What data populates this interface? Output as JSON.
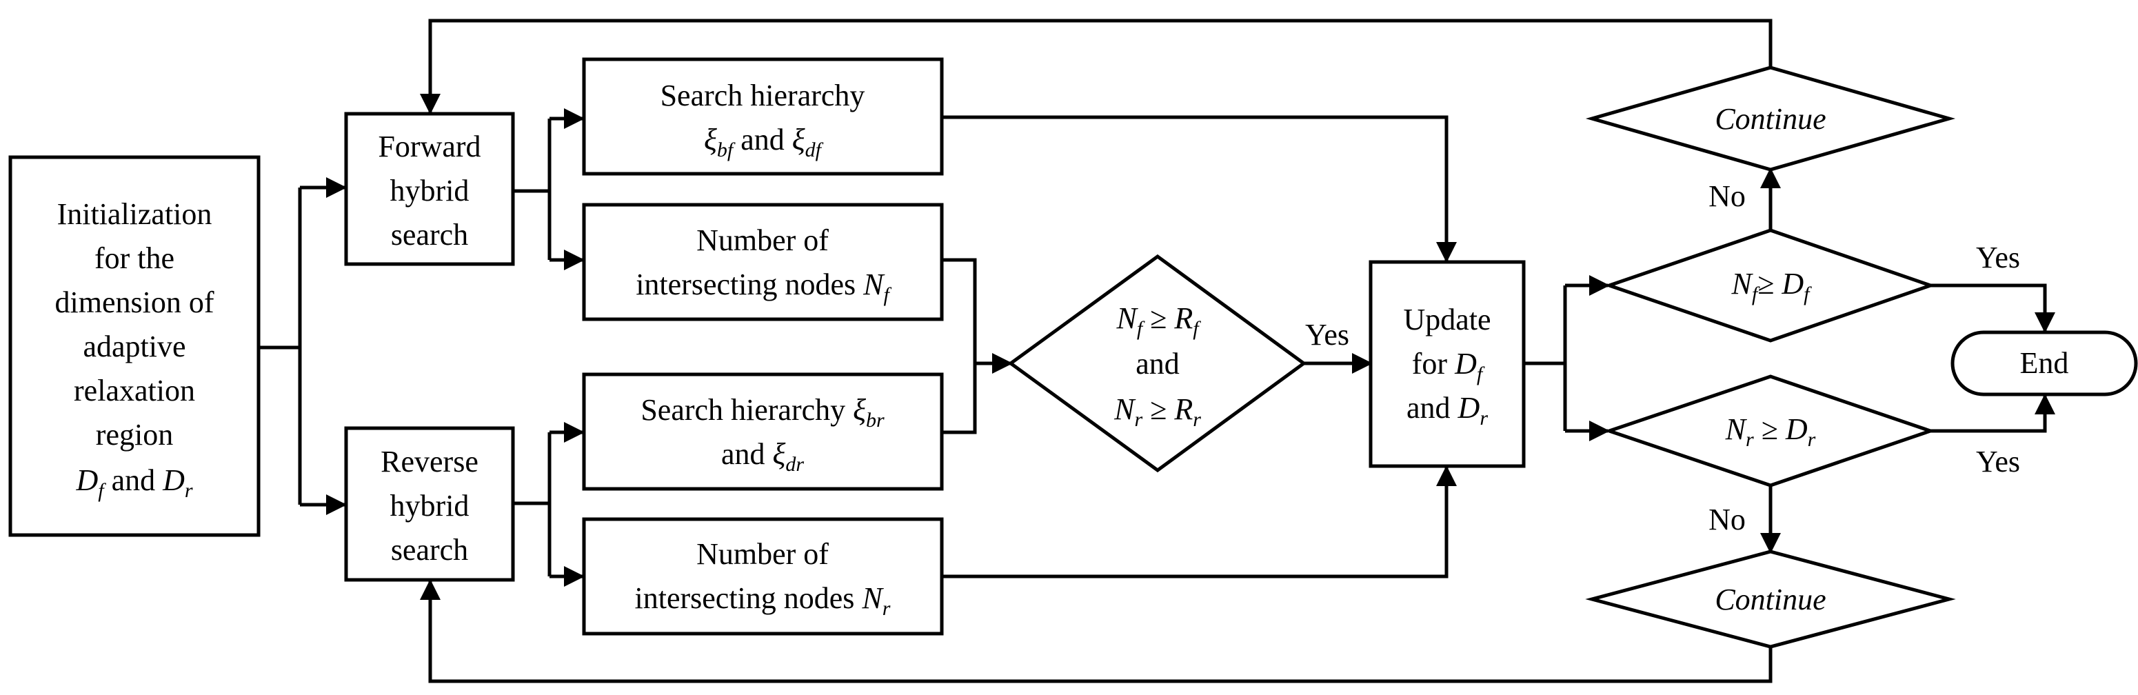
{
  "nodes": {
    "init": [
      "Initialization",
      "for the",
      "dimension of",
      "adaptive",
      "relaxation",
      "region"
    ],
    "init_last": {
      "var1": "D",
      "sub1": "f",
      "and": " and ",
      "var2": "D",
      "sub2": "r"
    },
    "forward": [
      "Forward",
      "hybrid",
      "search"
    ],
    "reverse": [
      "Reverse",
      "hybrid",
      "search"
    ],
    "search_f": {
      "line1": "Search hierarchy",
      "xi": "ξ",
      "sub1": "bf",
      "and": " and ",
      "sub2": "df"
    },
    "search_r": {
      "line1": "Search hierarchy ",
      "xi": "ξ",
      "sub1": "br",
      "and": "and ",
      "sub2": "dr"
    },
    "number_f": {
      "line1": "Number of",
      "line2": "intersecting nodes ",
      "var": "N",
      "sub": "f"
    },
    "number_r": {
      "line1": "Number of",
      "line2": "intersecting nodes ",
      "var": "N",
      "sub": "r"
    },
    "decision_main": {
      "var1": "N",
      "sub1": "f",
      "op": " ≥ ",
      "var2": "R",
      "sub2": "f",
      "and": "and",
      "var3": "N",
      "sub3": "r",
      "var4": "R",
      "sub4": "r"
    },
    "update": {
      "line1": "Update",
      "line2": "for ",
      "var1": "D",
      "sub1": "f",
      "line3": "and ",
      "var2": "D",
      "sub2": "r"
    },
    "check_f": {
      "var1": "N",
      "sub1": "f",
      "op": "≥ ",
      "var2": "D",
      "sub2": "f"
    },
    "check_r": {
      "var1": "N",
      "sub1": "r",
      "op": " ≥ ",
      "var2": "D",
      "sub2": "r"
    },
    "continue_top": "Continue",
    "continue_bottom": "Continue",
    "end": "End"
  },
  "labels": {
    "yes_main": "Yes",
    "yes_f": "Yes",
    "yes_r": "Yes",
    "no_f": "No",
    "no_r": "No"
  }
}
